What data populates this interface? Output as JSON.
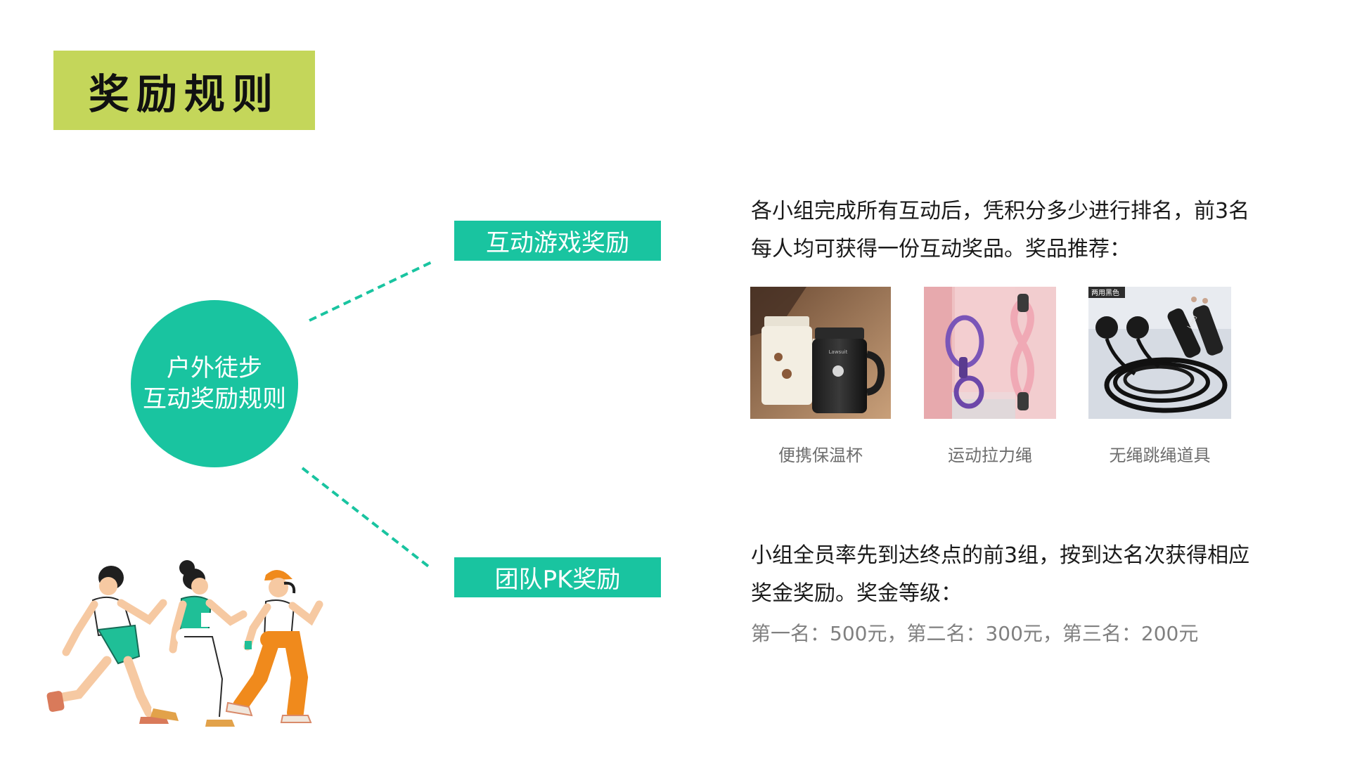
{
  "title": "奖励规则",
  "center": {
    "line1": "户外徒步",
    "line2": "互动奖励规则"
  },
  "categories": [
    {
      "label": "互动游戏奖励",
      "description": "各小组完成所有互动后，凭积分多少进行排名，前3名每人均可获得一份互动奖品。奖品推荐：",
      "items": [
        {
          "name": "便携保温杯",
          "icon": "insulated-cup-photo"
        },
        {
          "name": "运动拉力绳",
          "icon": "resistance-band-photo"
        },
        {
          "name": "无绳跳绳道具",
          "icon": "cordless-jump-rope-photo"
        }
      ]
    },
    {
      "label": "团队PK奖励",
      "description": "小组全员率先到达终点的前3组，按到达名次获得相应奖金奖励。奖金等级：",
      "prize_line": "第一名：500元，第二名：300元，第三名：200元"
    }
  ],
  "photo_text": {
    "jump_rope_tag": "两用黑色",
    "cup_brand": "Lawsuit",
    "rope_brand": "Lned"
  },
  "colors": {
    "accent_green": "#19c4a0",
    "title_banner": "#c4d65a",
    "text_dark": "#1a1a1a",
    "text_gray": "#808080"
  },
  "illustration": "three-runners-illustration"
}
